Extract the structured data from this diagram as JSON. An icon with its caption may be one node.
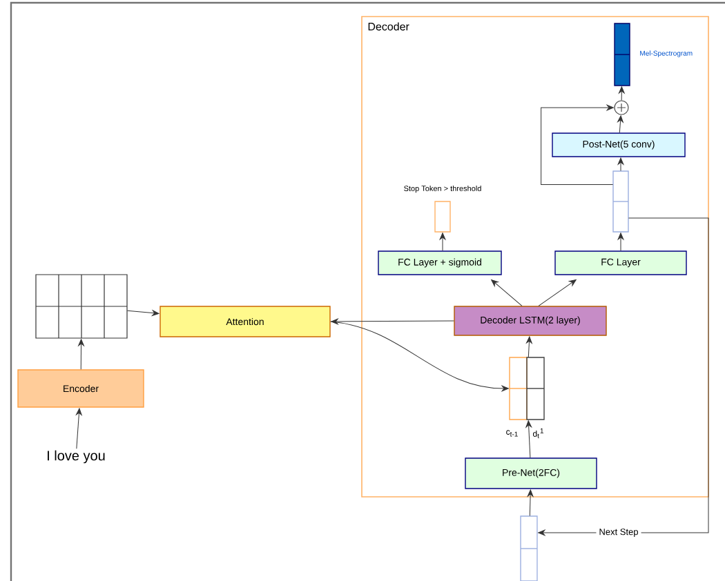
{
  "diagram": {
    "nodes": [
      {
        "text": [
          "Decoder"
        ]
      },
      {
        "text": [],
        "shape": "bar",
        "in": 0,
        "beside": [
          "Mel-Spectrogram"
        ]
      },
      {
        "text": [],
        "shape": "circle",
        "in": 0
      },
      {
        "text": [
          "Post-Net(5 conv)"
        ],
        "in": 0
      },
      {
        "text": [],
        "shape": "bar",
        "in": 0
      },
      {
        "text": [],
        "shape": "bar",
        "in": 0,
        "beside": [
          "Stop Token > threshold"
        ]
      },
      {
        "text": [
          "FC Layer + sigmoid"
        ],
        "in": 0
      },
      {
        "text": [
          "FC Layer"
        ],
        "in": 0
      },
      {
        "text": [
          "Decoder LSTM(2 layer)"
        ],
        "in": 0
      },
      {
        "text": [],
        "shape": "bar",
        "in": 0,
        "beside": [
          "c$_{t-1}$",
          "d$_{t}$$^{1}$"
        ]
      },
      {
        "text": [
          "Pre-Net(2FC)"
        ],
        "in": 0
      },
      {
        "text": [],
        "shape": "bar"
      },
      {
        "text": [],
        "shape": "box"
      },
      {
        "text": [
          "Attention"
        ]
      },
      {
        "text": [
          "Encoder"
        ]
      },
      {
        "text": [
          "I love you"
        ]
      }
    ],
    "edges": [
      {
        "from": 15,
        "to": 14,
        "arrow": "to"
      },
      {
        "from": 14,
        "to": 12,
        "arrow": "to"
      },
      {
        "from": 12,
        "to": 13,
        "arrow": "to"
      },
      {
        "from": 8,
        "to": 13,
        "arrow": "to"
      },
      {
        "from": 13,
        "to": 9,
        "arrow": "to"
      },
      {
        "from": 10,
        "to": 9,
        "arrow": "to"
      },
      {
        "from": 9,
        "to": 8,
        "arrow": "to"
      },
      {
        "from": 8,
        "to": 6,
        "arrow": "to"
      },
      {
        "from": 8,
        "to": 7,
        "arrow": "to"
      },
      {
        "from": 6,
        "to": 5,
        "arrow": "to"
      },
      {
        "from": 7,
        "to": 4,
        "arrow": "to"
      },
      {
        "from": 4,
        "to": 3,
        "arrow": "to"
      },
      {
        "from": 3,
        "to": 2,
        "arrow": "to"
      },
      {
        "from": 4,
        "to": 2,
        "arrow": "to"
      },
      {
        "from": 2,
        "to": 1,
        "arrow": "to"
      },
      {
        "from": 4,
        "to": 11,
        "arrow": "to",
        "label": "Next Step"
      },
      {
        "from": 11,
        "to": 10,
        "arrow": "to"
      }
    ]
  }
}
